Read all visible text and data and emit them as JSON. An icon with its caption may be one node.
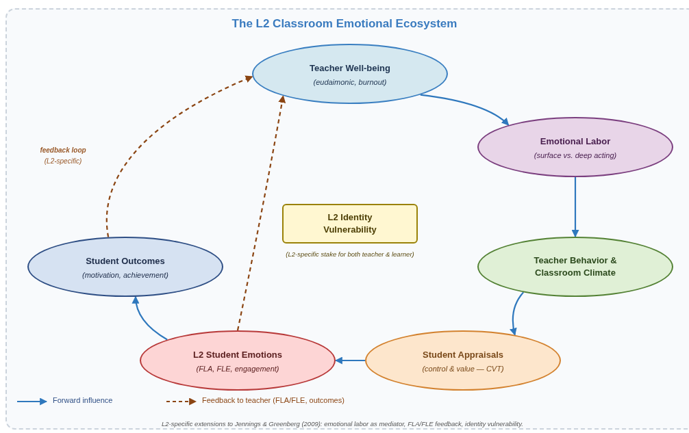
{
  "diagram": {
    "title": "The L2 Classroom Emotional Ecosystem",
    "caption": "L2-specific extensions to Jennings & Greenberg (2009): emotional labor as mediator, FLA/FLE feedback, identity vulnerability.",
    "nodes": [
      {
        "text": [
          "Teacher Well-being",
          "(eudaimonic, burnout)"
        ]
      },
      {
        "text": [
          "Emotional Labor",
          "(surface vs. deep acting)"
        ]
      },
      {
        "text": [
          "Teacher Behavior & Classroom Climate"
        ]
      },
      {
        "text": [
          "Student Appraisals",
          "(control & value — CVT)"
        ]
      },
      {
        "text": [
          "L2 Student Emotions",
          "(FLA, FLE, engagement)"
        ]
      },
      {
        "text": [
          "Student Outcomes",
          "(motivation, achievement)"
        ]
      },
      {
        "text": [
          "L2 Identity Vulnerability"
        ],
        "beside": [
          "(L2-specific stake for both teacher & learner)"
        ]
      }
    ],
    "edges": [
      {
        "from": 0,
        "to": 1,
        "arrow": "to"
      },
      {
        "from": 1,
        "to": 2,
        "arrow": "to"
      },
      {
        "from": 2,
        "to": 3,
        "arrow": "to"
      },
      {
        "from": 3,
        "to": 4,
        "arrow": "to"
      },
      {
        "from": 4,
        "to": 5,
        "arrow": "to"
      },
      {
        "from": 5,
        "to": 0,
        "arrow": "to",
        "style": "dashed",
        "color": "#8b4513"
      },
      {
        "from": 4,
        "to": 0,
        "arrow": "to",
        "style": "dashed",
        "color": "#8b4513"
      }
    ],
    "labels": [
      "feedback loop",
      "(L2-specific)"
    ],
    "legend": [
      {
        "text": "Forward influence"
      },
      {
        "text": "Feedback to teacher (FLA/FLE, outcomes)"
      }
    ]
  }
}
